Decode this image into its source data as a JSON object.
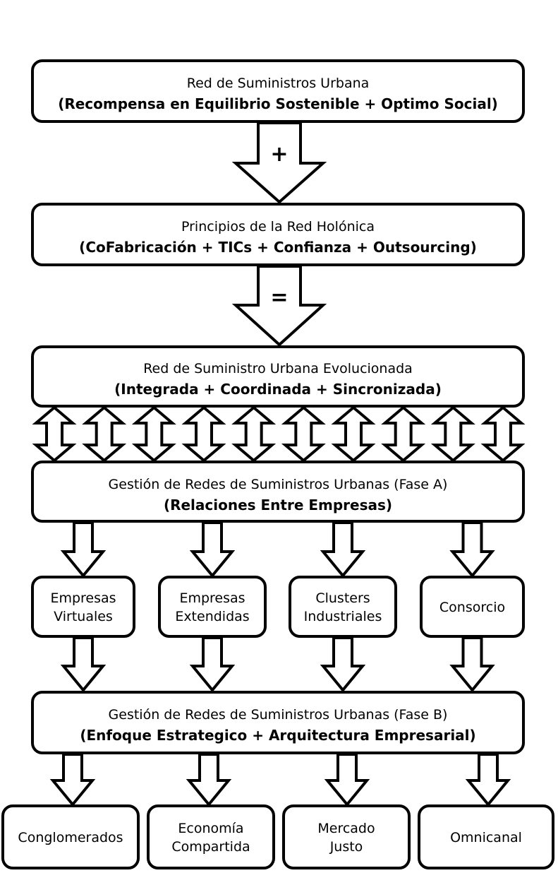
{
  "diagram": {
    "top_box": {
      "title": "Red de Suministros Urbana",
      "subtitle": "(Recompensa en Equilibrio Sostenible + Optimo Social)"
    },
    "arrow_1_symbol": "+",
    "principles_box": {
      "title": "Principios de la Red Holónica",
      "subtitle": "(CoFabricación + TICs + Confianza + Outsourcing)"
    },
    "arrow_2_symbol": "=",
    "evolved_box": {
      "title": "Red de Suministro Urbana Evolucionada",
      "subtitle": "(Integrada + Coordinada + Sincronizada)"
    },
    "bidirectional_arrow_count": 10,
    "phase_a_box": {
      "title": "Gestión de Redes de Suministros Urbanas (Fase A)",
      "subtitle": "(Relaciones Entre Empresas)"
    },
    "phase_a_children": [
      {
        "lines": [
          "Empresas",
          "Virtuales"
        ]
      },
      {
        "lines": [
          "Empresas",
          "Extendidas"
        ]
      },
      {
        "lines": [
          "Clusters",
          "Industriales"
        ]
      },
      {
        "lines": [
          "Consorcio"
        ]
      }
    ],
    "phase_b_box": {
      "title": "Gestión de Redes de Suministros Urbanas (Fase B)",
      "subtitle": "(Enfoque Estrategico + Arquitectura Empresarial)"
    },
    "phase_b_children": [
      {
        "lines": [
          "Conglomerados"
        ]
      },
      {
        "lines": [
          "Economía",
          "Compartida"
        ]
      },
      {
        "lines": [
          "Mercado",
          "Justo"
        ]
      },
      {
        "lines": [
          "Omnicanal"
        ]
      }
    ]
  }
}
